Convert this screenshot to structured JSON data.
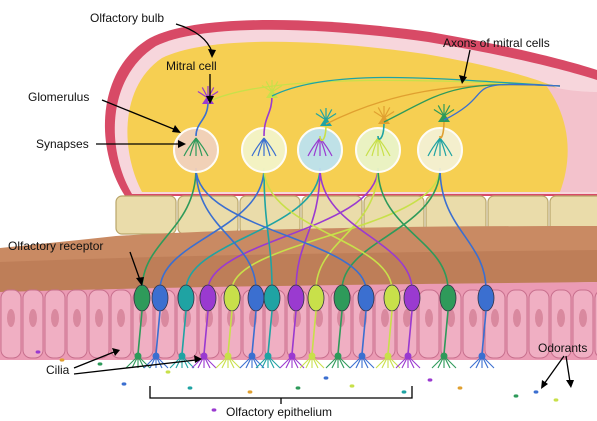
{
  "labels": {
    "olfactory_bulb": "Olfactory bulb",
    "axons_of_mitral_cells": "Axons of mitral cells",
    "mitral_cell": "Mitral cell",
    "glomerulus": "Glomerulus",
    "synapses": "Synapses",
    "olfactory_receptor": "Olfactory receptor",
    "odorants": "Odorants",
    "cilia": "Cilia",
    "olfactory_epithelium": "Olfactory epithelium"
  },
  "colors": {
    "bulb_fill": "#f6cf52",
    "bulb_rim": "#c63a55",
    "bone": "#eadcaa",
    "lamina": "#c98a63",
    "epithelium": "#eb9bb4",
    "neuron_colors": [
      "#2e9a5a",
      "#3b6fd0",
      "#9a3ad0",
      "#c8e04a",
      "#1fa3a3",
      "#e0a030"
    ]
  },
  "glomeruli": [
    {
      "color": "#f1d2bd"
    },
    {
      "color": "#f3f4c9"
    },
    {
      "color": "#bde2ef"
    },
    {
      "color": "#eaf4c9"
    },
    {
      "color": "#f4f1d4"
    }
  ],
  "receptor_colors": [
    "#2e9a5a",
    "#3b6fd0",
    "#1fa3a3",
    "#9a3ad0",
    "#c8e04a",
    "#3b6fd0",
    "#1fa3a3",
    "#9a3ad0",
    "#c8e04a",
    "#2e9a5a",
    "#3b6fd0",
    "#c8e04a",
    "#9a3ad0",
    "#2e9a5a",
    "#3b6fd0"
  ],
  "odorant_colors": [
    "#9a3ad0",
    "#e0a030",
    "#2e9a5a",
    "#3b6fd0",
    "#c8e04a",
    "#1fa3a3"
  ]
}
